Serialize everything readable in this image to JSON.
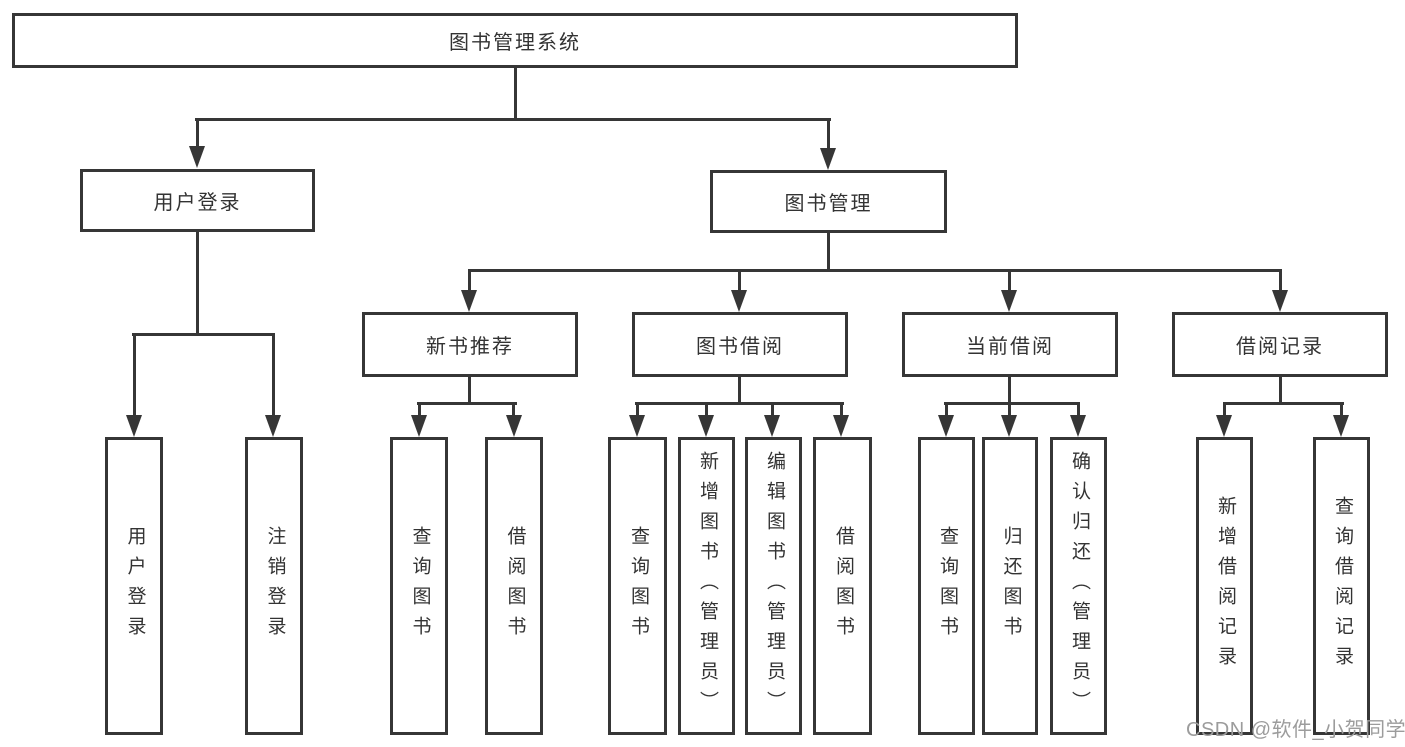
{
  "tree": {
    "root": "图书管理系统",
    "branches": [
      {
        "label": "用户登录",
        "children": [
          {
            "label": "用户登录"
          },
          {
            "label": "注销登录"
          }
        ]
      },
      {
        "label": "图书管理",
        "children": [
          {
            "label": "新书推荐",
            "children": [
              {
                "label": "查询图书"
              },
              {
                "label": "借阅图书"
              }
            ]
          },
          {
            "label": "图书借阅",
            "children": [
              {
                "label": "查询图书"
              },
              {
                "label": "新增图书（管理员）"
              },
              {
                "label": "编辑图书（管理员）"
              },
              {
                "label": "借阅图书"
              }
            ]
          },
          {
            "label": "当前借阅",
            "children": [
              {
                "label": "查询图书"
              },
              {
                "label": "归还图书"
              },
              {
                "label": "确认归还（管理员）"
              }
            ]
          },
          {
            "label": "借阅记录",
            "children": [
              {
                "label": "新增借阅记录"
              },
              {
                "label": "查询借阅记录"
              }
            ]
          }
        ]
      }
    ]
  },
  "watermark": "CSDN @软件_小贺同学",
  "colors": {
    "line": "#363636",
    "text": "#333333",
    "background": "#ffffff",
    "watermark": "#9c9c9c"
  }
}
